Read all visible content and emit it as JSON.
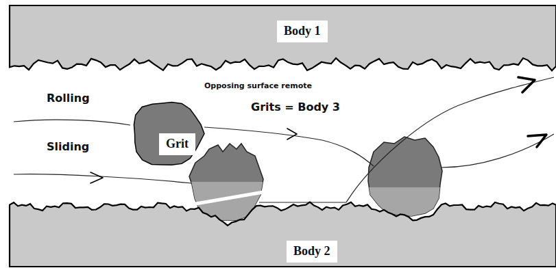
{
  "diagram": {
    "nodes": [
      {
        "text": [
          "Body 1"
        ]
      },
      {
        "text": [
          "Grit"
        ]
      },
      {
        "text": [
          "Body 2"
        ]
      }
    ],
    "labels": [
      "Rolling",
      "Sliding",
      "Opposing surface remote",
      "Grits = Body 3"
    ]
  }
}
